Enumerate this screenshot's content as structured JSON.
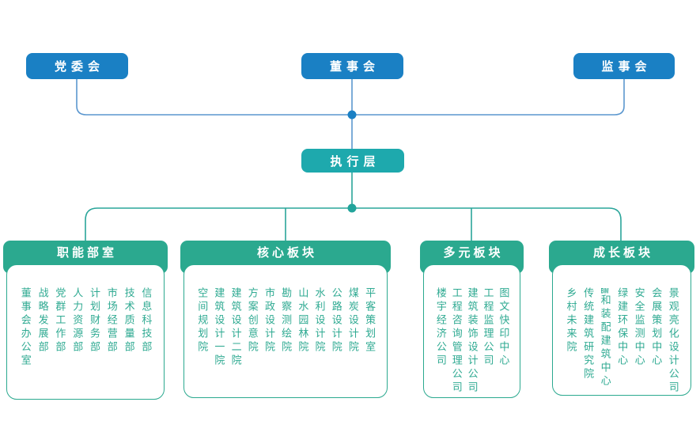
{
  "palette": {
    "blue": "#1a80c4",
    "blueLine": "#5b97cf",
    "teal": "#1ea9ad",
    "tealLine": "#2aa59a",
    "green": "#2ba98f",
    "itemText": "#2faa92"
  },
  "top_nodes": [
    {
      "id": "party-committee",
      "label": "党委会"
    },
    {
      "id": "board-of-directors",
      "label": "董事会"
    },
    {
      "id": "supervisory-board",
      "label": "监事会"
    }
  ],
  "executive": {
    "label": "执行层"
  },
  "blocks": [
    {
      "title": "职能部室",
      "items": [
        "董事会办公室",
        "战略发展部",
        "党群工作部",
        "人力资源部",
        "计划财务部",
        "市场经营部",
        "技术质量部",
        "信息科技部"
      ]
    },
    {
      "title": "核心板块",
      "items": [
        "空间规划院",
        "建筑设计一院",
        "建筑设计二院",
        "方案创意院",
        "市政设计院",
        "勘察测绘院",
        "山水园林院",
        "水利设计院",
        "公路设计院",
        "煤炭设计院",
        "平客策划室"
      ]
    },
    {
      "title": "多元板块",
      "items": [
        "楼宇经济公司",
        "工程咨询管理公司",
        "建筑装饰设计公司",
        "工程监理公司",
        "图文快印中心"
      ]
    },
    {
      "title": "成长板块",
      "items": [
        "乡村未来院",
        "传统建筑研究院",
        "BIM和装配建筑中心",
        "绿建环保中心",
        "安全监测中心",
        "会展策划中心",
        "景观亮化设计公司"
      ]
    }
  ]
}
